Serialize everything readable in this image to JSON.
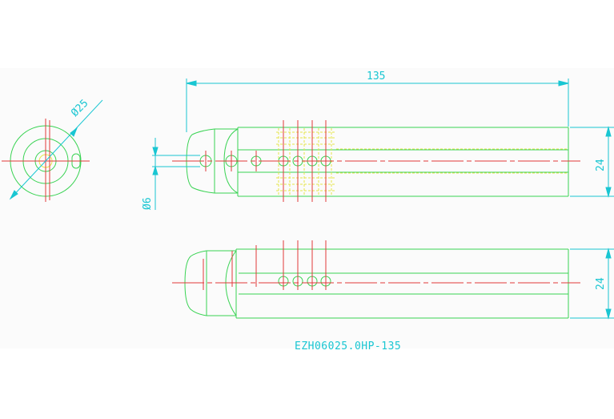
{
  "drawing": {
    "dimensions": {
      "overall_length": "135",
      "outer_diameter": "Ø25",
      "hole_diameter": "Ø6",
      "height_top": "24",
      "height_bottom": "24"
    },
    "title_block": "EZH06025.0HP-135"
  },
  "colors": {
    "outline": "#39d353",
    "centerline": "#e0383a",
    "dimension": "#19c6d2",
    "hidden": "#e6e64a",
    "background": "#ffffff"
  }
}
